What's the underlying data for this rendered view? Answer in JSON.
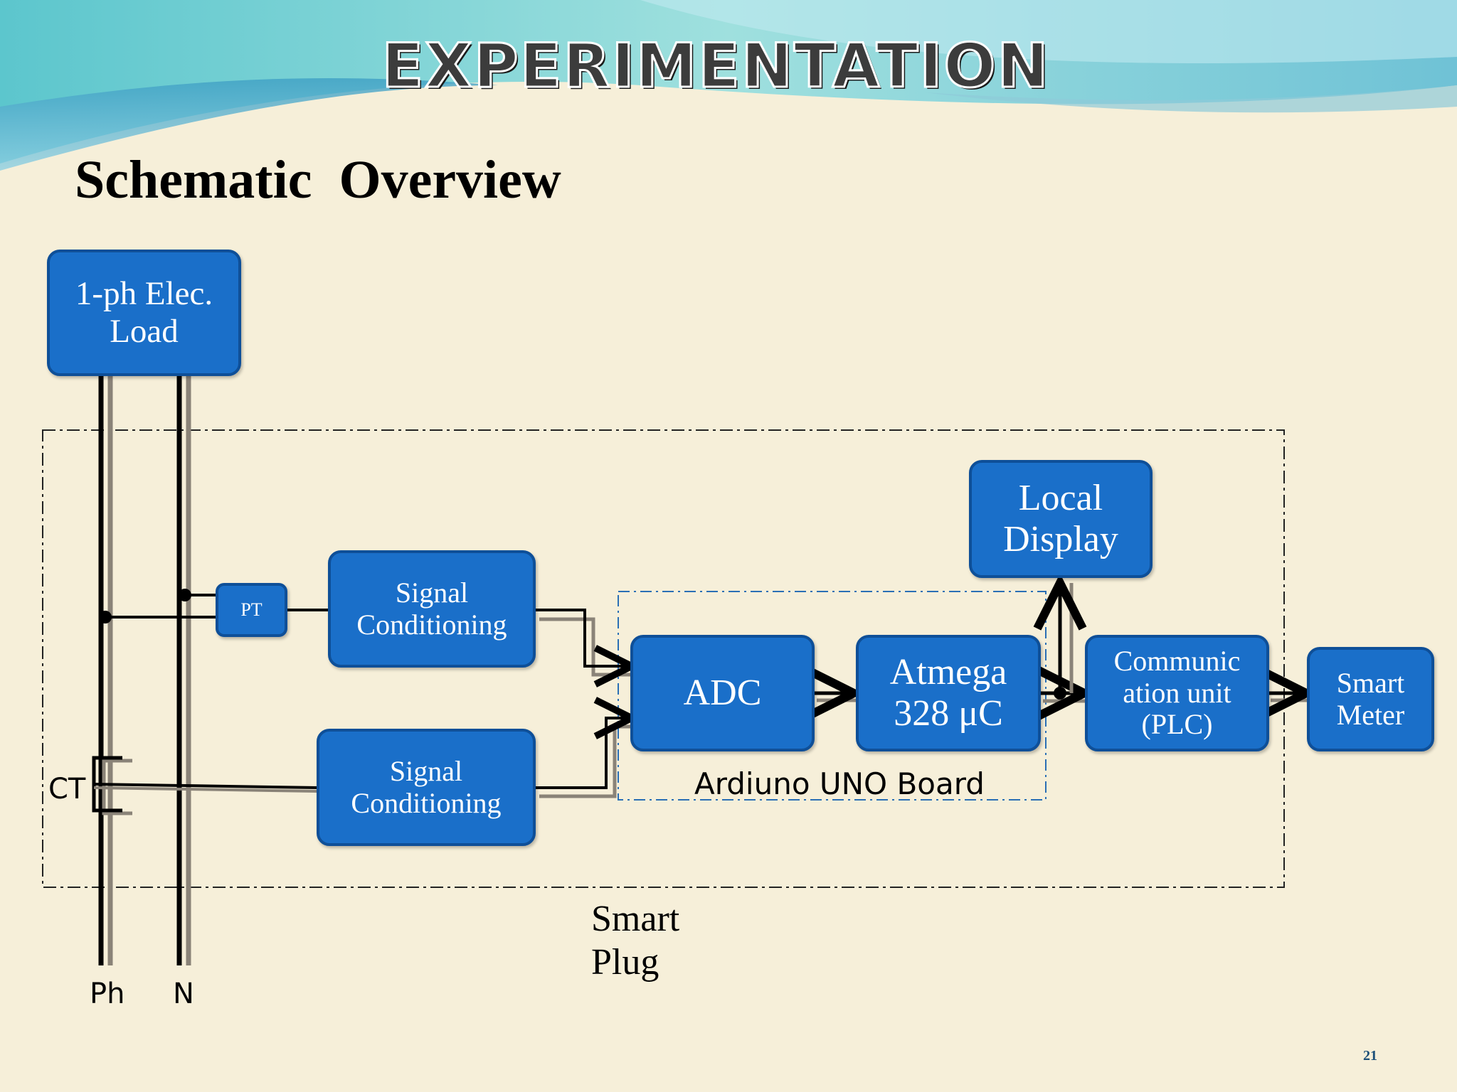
{
  "slide": {
    "title": "EXPERIMENTATION",
    "heading": "Schematic  Overview",
    "page_number": "21"
  },
  "blocks": {
    "load": [
      "1-ph Elec.",
      "Load"
    ],
    "pt": "PT",
    "signal_conditioning_top": [
      "Signal",
      "Conditioning"
    ],
    "signal_conditioning_bottom": [
      "Signal",
      "Conditioning"
    ],
    "adc": "ADC",
    "atmega": [
      "Atmega",
      "328 μC"
    ],
    "local_display": [
      "Local",
      "Display"
    ],
    "comm_unit": [
      "Communic",
      "ation unit",
      "(PLC)"
    ],
    "smart_meter": [
      "Smart",
      "Meter"
    ]
  },
  "labels": {
    "ct": "CT",
    "arduino_board": "Ardiuno UNO Board",
    "smart_plug": [
      "Smart",
      "Plug"
    ],
    "phase": "Ph",
    "neutral": "N"
  },
  "colors": {
    "block_fill": "#1a6fc9",
    "block_border": "#0e4f98",
    "wave_teal": "#7fd3d6",
    "background": "#f6efd9"
  }
}
